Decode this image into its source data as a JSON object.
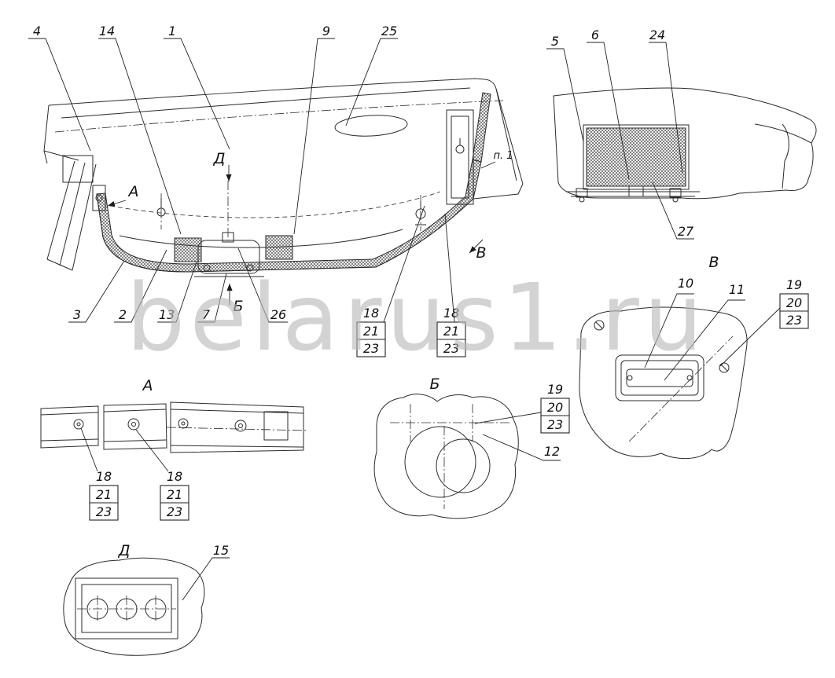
{
  "watermark": "belarus1.ru",
  "callouts": {
    "1": "1",
    "2": "2",
    "3": "3",
    "4": "4",
    "5": "5",
    "6": "6",
    "7": "7",
    "9": "9",
    "10": "10",
    "11": "11",
    "12": "12",
    "13": "13",
    "14": "14",
    "15": "15",
    "18": "18",
    "19": "19",
    "20": "20",
    "21": "21",
    "23": "23",
    "24": "24",
    "25": "25",
    "26": "26",
    "27": "27"
  },
  "view_labels": {
    "a": "А",
    "b": "Б",
    "v": "В",
    "d": "Д"
  },
  "notes": {
    "p1": "п. 1"
  }
}
